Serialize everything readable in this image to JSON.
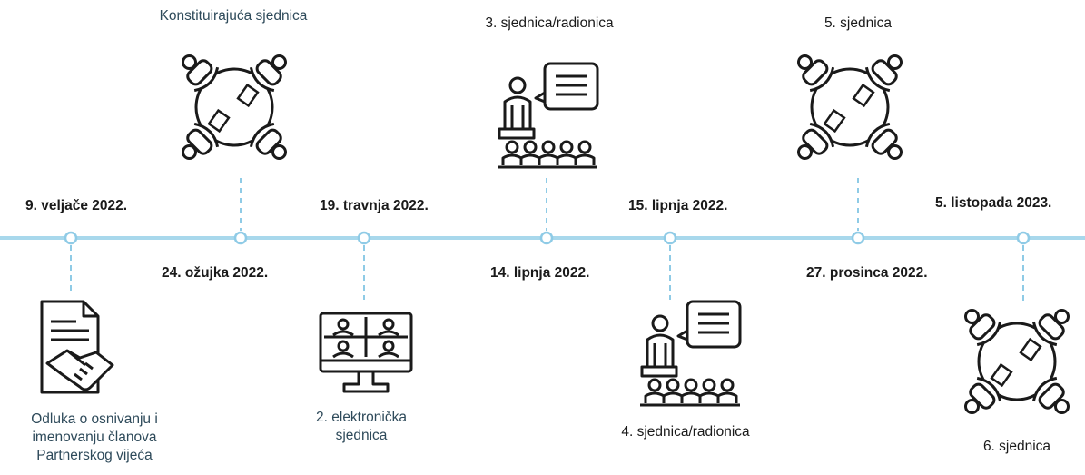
{
  "colors": {
    "timeline": "#a8d8ec",
    "connector": "#8fcbe6",
    "node_fill": "#ffffff",
    "icon_stroke": "#1a1a1a",
    "caption_text": "#2e4a5a"
  },
  "events": [
    {
      "date": "9. veljače 2022.",
      "caption": "Odluka o osnivanju i imenovanju članova Partnerskog vijeća",
      "icon": "document-handshake-icon"
    },
    {
      "date": "24. ožujka 2022.",
      "caption": "Konstituirajuća sjednica",
      "icon": "round-table-meeting-icon"
    },
    {
      "date": "19. travnja 2022.",
      "caption": "2. elektronička sjednica",
      "icon": "video-conference-icon"
    },
    {
      "date": "14. lipnja 2022.",
      "caption": "3. sjednica/radionica",
      "icon": "presentation-audience-icon"
    },
    {
      "date": "15. lipnja 2022.",
      "caption": "4. sjednica/radionica",
      "icon": "presentation-audience-icon"
    },
    {
      "date": "27. prosinca 2022.",
      "caption": "5. sjednica",
      "icon": "round-table-meeting-icon"
    },
    {
      "date": "5. listopada 2023.",
      "caption": "6. sjednica",
      "icon": "round-table-meeting-icon"
    }
  ]
}
